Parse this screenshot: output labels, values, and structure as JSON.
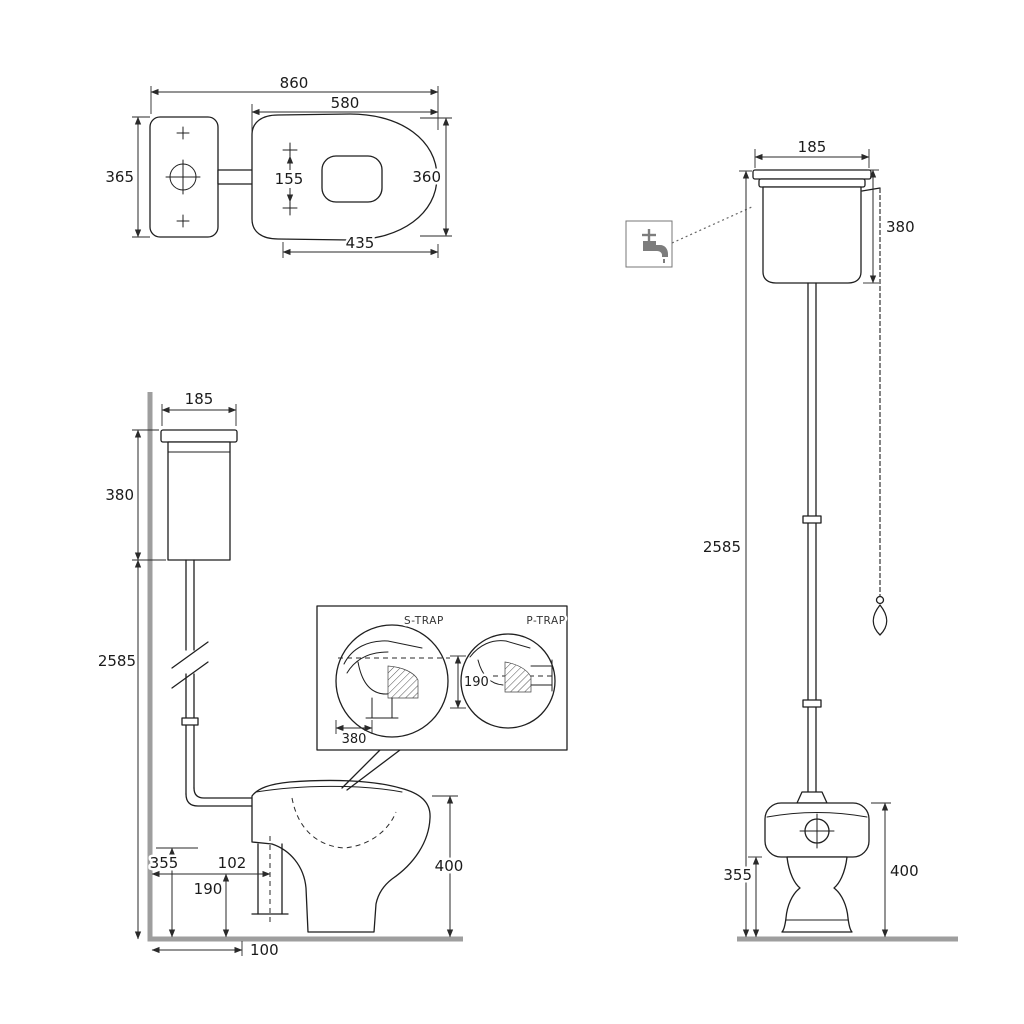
{
  "meta": {
    "background": "#ffffff",
    "line_color": "#1f1f1f",
    "structure_color": "#9e9e9e"
  },
  "plan_view": {
    "overall_length": "860",
    "pan_length": "580",
    "cistern_width": "365",
    "seat_hinge_span": "155",
    "bowl_width": "360",
    "bowl_length": "435"
  },
  "low_level_view": {
    "cistern_width": "185",
    "cistern_height": "380",
    "flush_pipe_drop": "2585",
    "pan_height": "355",
    "outlet_setout": "102",
    "outlet_height": "190",
    "wall_clearance": "100",
    "rim_height": "400"
  },
  "trap_detail": {
    "s_trap_label": "S-TRAP",
    "p_trap_label": "P-TRAP",
    "s_trap_dim": "380",
    "p_trap_dim": "190"
  },
  "high_level_view": {
    "cistern_width": "185",
    "cistern_height": "380",
    "overall_height": "2585",
    "pan_height": "355",
    "rim_height": "400"
  }
}
